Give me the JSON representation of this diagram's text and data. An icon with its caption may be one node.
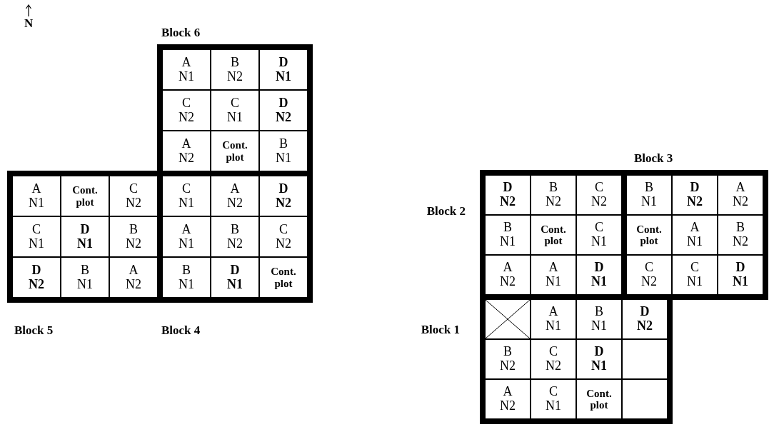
{
  "diagram": {
    "nodes": [
      {
        "text": [
          "Block 6"
        ]
      },
      {
        "text": [
          "A N1"
        ],
        "in": 0
      },
      {
        "text": [
          "B N2"
        ],
        "in": 0
      },
      {
        "text": [
          "D N1"
        ],
        "in": 0
      },
      {
        "text": [
          "C N2"
        ],
        "in": 0
      },
      {
        "text": [
          "C N1"
        ],
        "in": 0
      },
      {
        "text": [
          "D N2"
        ],
        "in": 0
      },
      {
        "text": [
          "A N2"
        ],
        "in": 0
      },
      {
        "text": [
          "Cont. plot"
        ],
        "in": 0
      },
      {
        "text": [
          "B N1"
        ],
        "in": 0
      },
      {
        "text": [
          "Block 5"
        ]
      },
      {
        "text": [
          "A N1"
        ],
        "in": 10
      },
      {
        "text": [
          "Cont. plot"
        ],
        "in": 10
      },
      {
        "text": [
          "C N2"
        ],
        "in": 10
      },
      {
        "text": [
          "C N1"
        ],
        "in": 10
      },
      {
        "text": [
          "D N1"
        ],
        "in": 10
      },
      {
        "text": [
          "B N2"
        ],
        "in": 10
      },
      {
        "text": [
          "D N2"
        ],
        "in": 10
      },
      {
        "text": [
          "B N1"
        ],
        "in": 10
      },
      {
        "text": [
          "A N2"
        ],
        "in": 10
      },
      {
        "text": [
          "Block 4"
        ]
      },
      {
        "text": [
          "C N1"
        ],
        "in": 20
      },
      {
        "text": [
          "A N2"
        ],
        "in": 20
      },
      {
        "text": [
          "D N2"
        ],
        "in": 20
      },
      {
        "text": [
          "A N1"
        ],
        "in": 20
      },
      {
        "text": [
          "B N2"
        ],
        "in": 20
      },
      {
        "text": [
          "C N2"
        ],
        "in": 20
      },
      {
        "text": [
          "B N1"
        ],
        "in": 20
      },
      {
        "text": [
          "D N1"
        ],
        "in": 20
      },
      {
        "text": [
          "Cont. plot"
        ],
        "in": 20
      },
      {
        "text": [
          "Block 2"
        ]
      },
      {
        "text": [
          "D N2"
        ],
        "in": 30
      },
      {
        "text": [
          "B N2"
        ],
        "in": 30
      },
      {
        "text": [
          "C N2"
        ],
        "in": 30
      },
      {
        "text": [
          "B N1"
        ],
        "in": 30
      },
      {
        "text": [
          "Cont. plot"
        ],
        "in": 30
      },
      {
        "text": [
          "C N1"
        ],
        "in": 30
      },
      {
        "text": [
          "A N2"
        ],
        "in": 30
      },
      {
        "text": [
          "A N1"
        ],
        "in": 30
      },
      {
        "text": [
          "D N1"
        ],
        "in": 30
      },
      {
        "text": [
          "Block 3"
        ]
      },
      {
        "text": [
          "B N1"
        ],
        "in": 40
      },
      {
        "text": [
          "D N2"
        ],
        "in": 40
      },
      {
        "text": [
          "A N2"
        ],
        "in": 40
      },
      {
        "text": [
          "Cont. plot"
        ],
        "in": 40
      },
      {
        "text": [
          "A N1"
        ],
        "in": 40
      },
      {
        "text": [
          "B N2"
        ],
        "in": 40
      },
      {
        "text": [
          "C N2"
        ],
        "in": 40
      },
      {
        "text": [
          "C N1"
        ],
        "in": 40
      },
      {
        "text": [
          "D N1"
        ],
        "in": 40
      },
      {
        "text": [
          "Block 1"
        ]
      },
      {
        "text": [],
        "shape": "cross",
        "in": 50
      },
      {
        "text": [
          "A N1"
        ],
        "in": 50
      },
      {
        "text": [
          "B N1"
        ],
        "in": 50
      },
      {
        "text": [
          "D N2"
        ],
        "in": 50
      },
      {
        "text": [
          "B N2"
        ],
        "in": 50
      },
      {
        "text": [
          "C N2"
        ],
        "in": 50
      },
      {
        "text": [
          "D N1"
        ],
        "in": 50
      },
      {
        "text": [],
        "shape": "box",
        "in": 50
      },
      {
        "text": [
          "A N2"
        ],
        "in": 50
      },
      {
        "text": [
          "C N1"
        ],
        "in": 50
      },
      {
        "text": [
          "Cont. plot"
        ],
        "in": 50
      },
      {
        "text": [],
        "shape": "box",
        "in": 50
      }
    ],
    "labels": [
      "N"
    ]
  }
}
